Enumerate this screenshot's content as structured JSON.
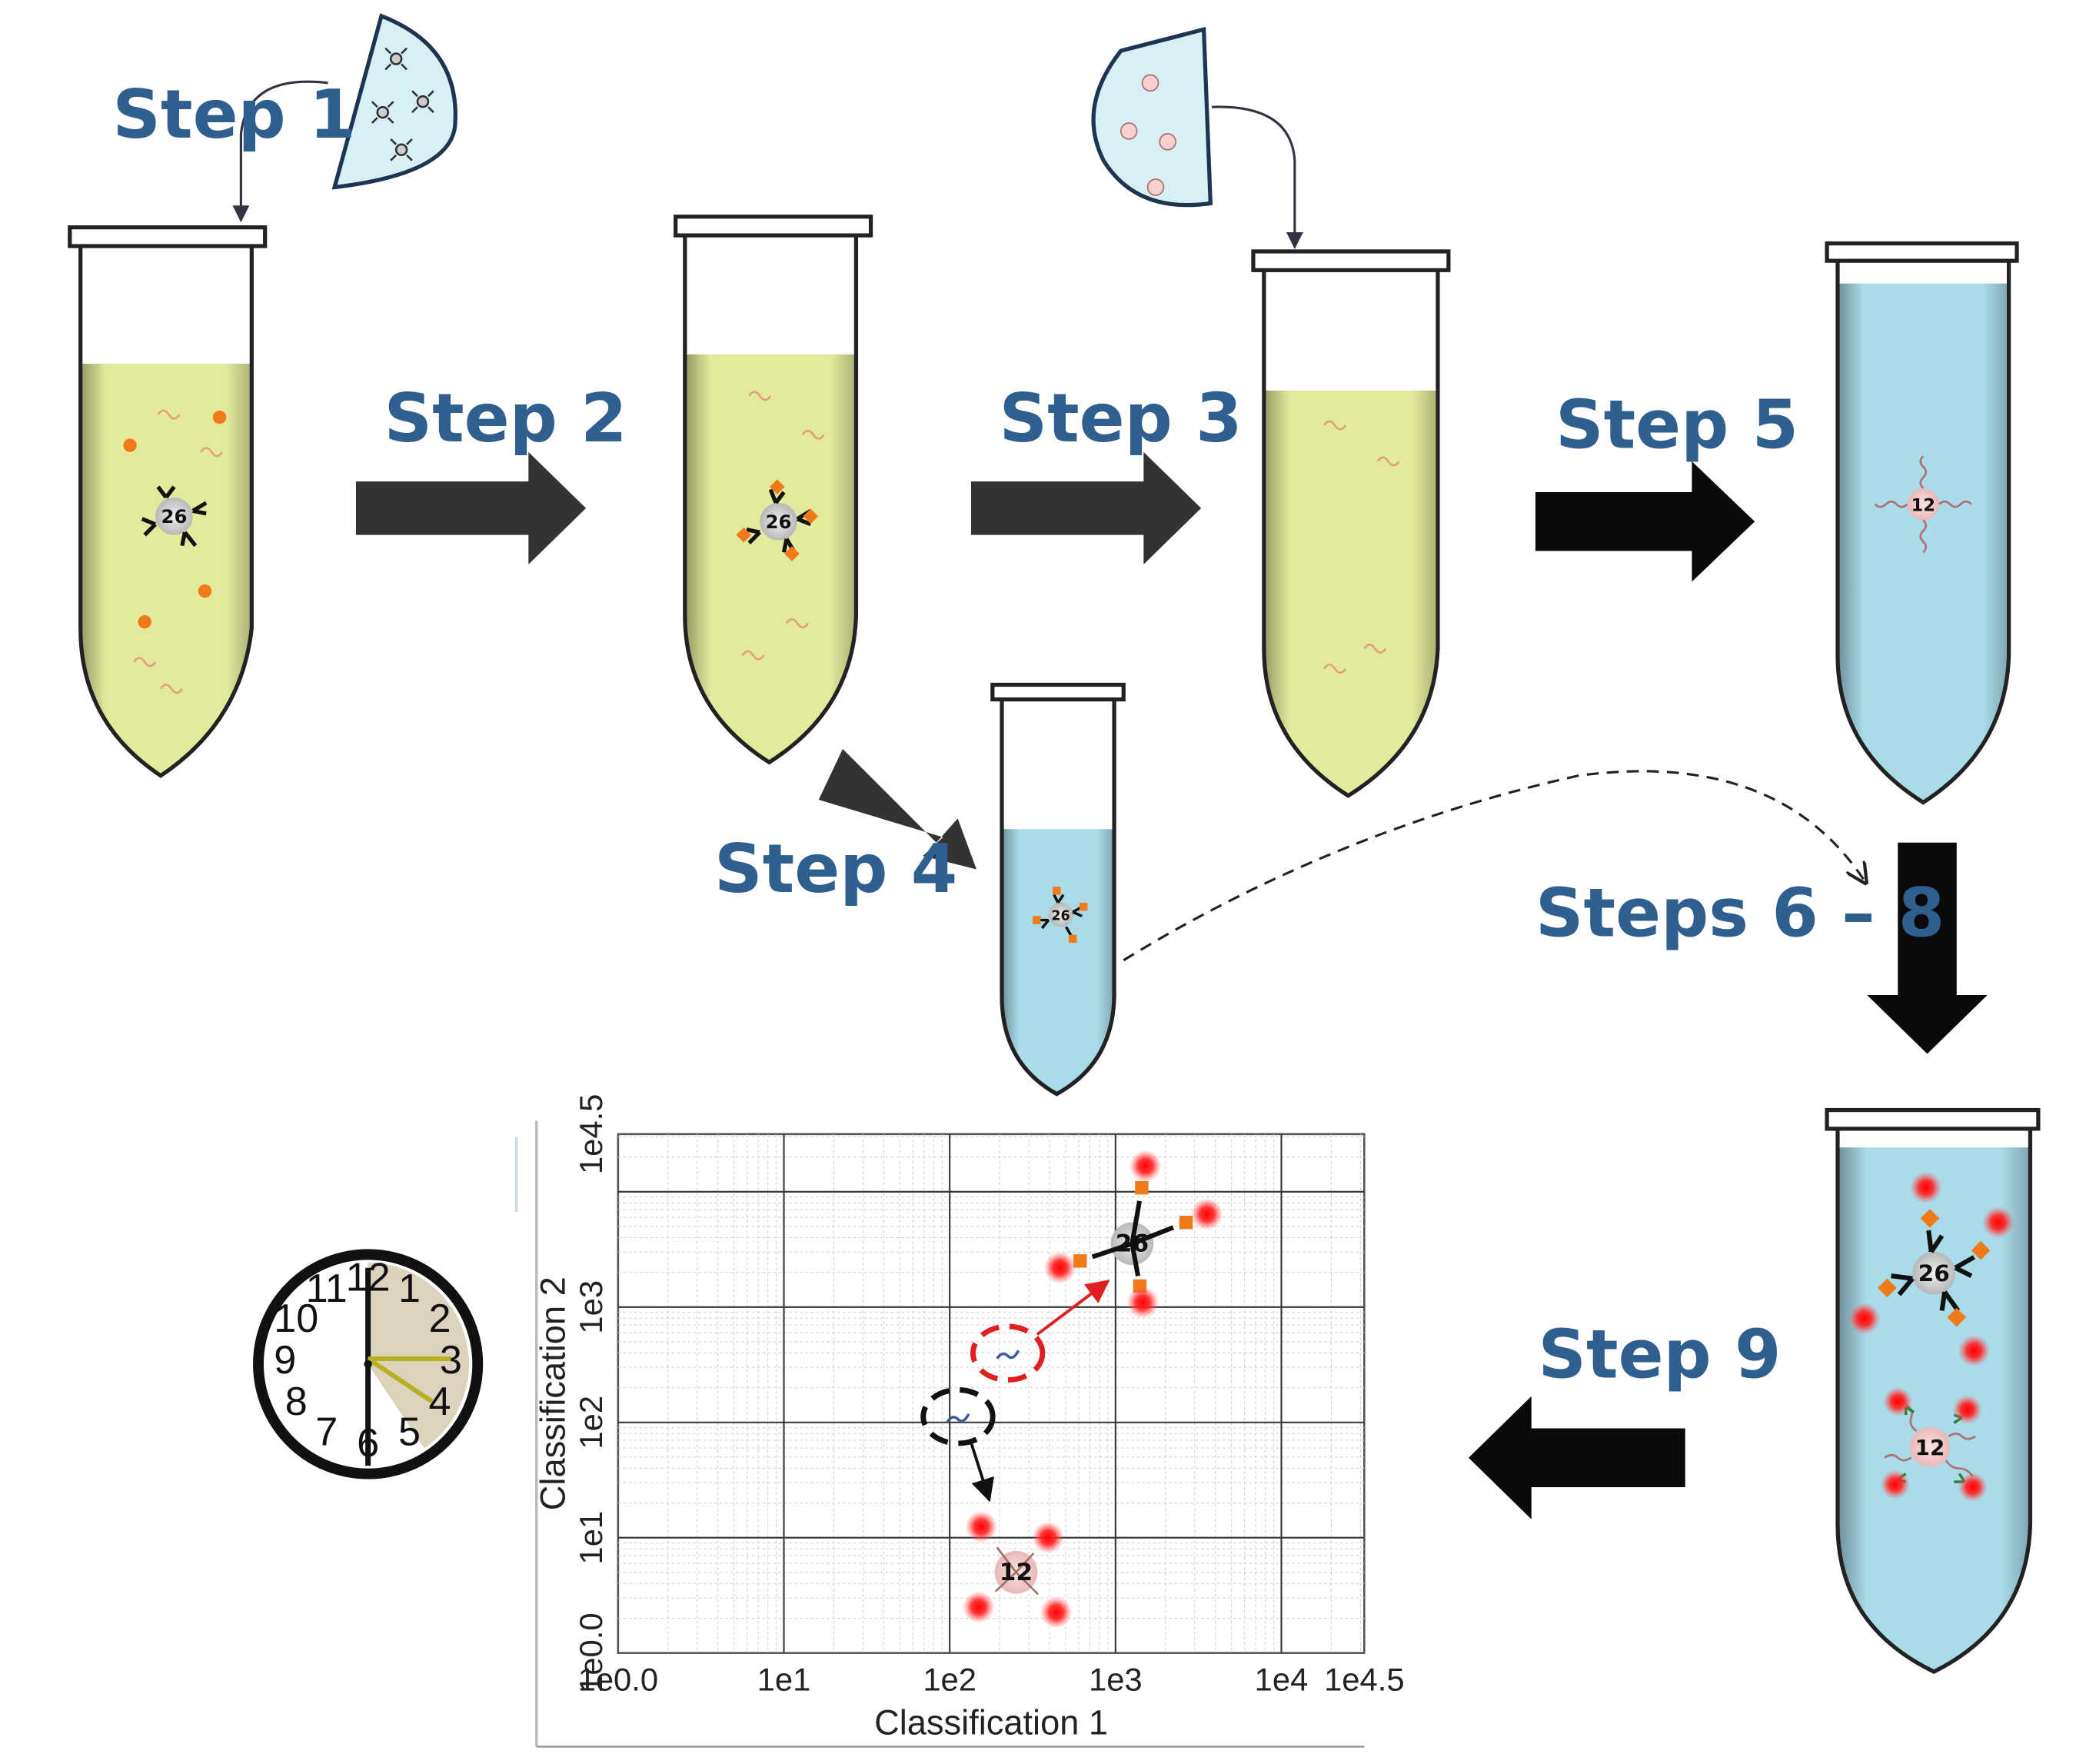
{
  "steps": {
    "s1": "Step 1",
    "s2": "Step 2",
    "s3": "Step 3",
    "s4": "Step 4",
    "s5": "Step 5",
    "s68": "Steps 6 – 8",
    "s9": "Step 9"
  },
  "beads": {
    "bead_a": "26",
    "bead_b": "12"
  },
  "colors": {
    "step_text": "#2f5f8f",
    "yellow_liquid": "#e4ea9c",
    "blue_liquid": "#a9dbe9",
    "arrow_dark": "#333333",
    "arrow_black": "#0a0a0a",
    "reporter_red": "#ff1a1a",
    "analyte_orange": "#f07a1a"
  },
  "chart_data": {
    "type": "scatter",
    "scale": "log",
    "xlabel": "Classification 1",
    "ylabel": "Classification 2",
    "xticks": [
      "1e0.0",
      "1e1",
      "1e2",
      "1e3",
      "1e4",
      "1e4.5"
    ],
    "yticks": [
      "1e0.0",
      "1e1",
      "1e2",
      "1e3",
      "1e4.5"
    ],
    "xlim": [
      0,
      4.5
    ],
    "ylim": [
      0,
      4.5
    ],
    "grid": true,
    "clusters": [
      {
        "bead": "26",
        "x": 3.1,
        "y": 3.55
      },
      {
        "bead": "12",
        "x": 2.4,
        "y": 0.7
      },
      {
        "gate": "red",
        "x": 2.35,
        "y": 2.6
      },
      {
        "gate": "black",
        "x": 2.05,
        "y": 2.05
      }
    ]
  },
  "clock": {
    "numbers": [
      "12",
      "1",
      "2",
      "3",
      "4",
      "5",
      "6",
      "7",
      "8",
      "9",
      "10",
      "11"
    ]
  }
}
